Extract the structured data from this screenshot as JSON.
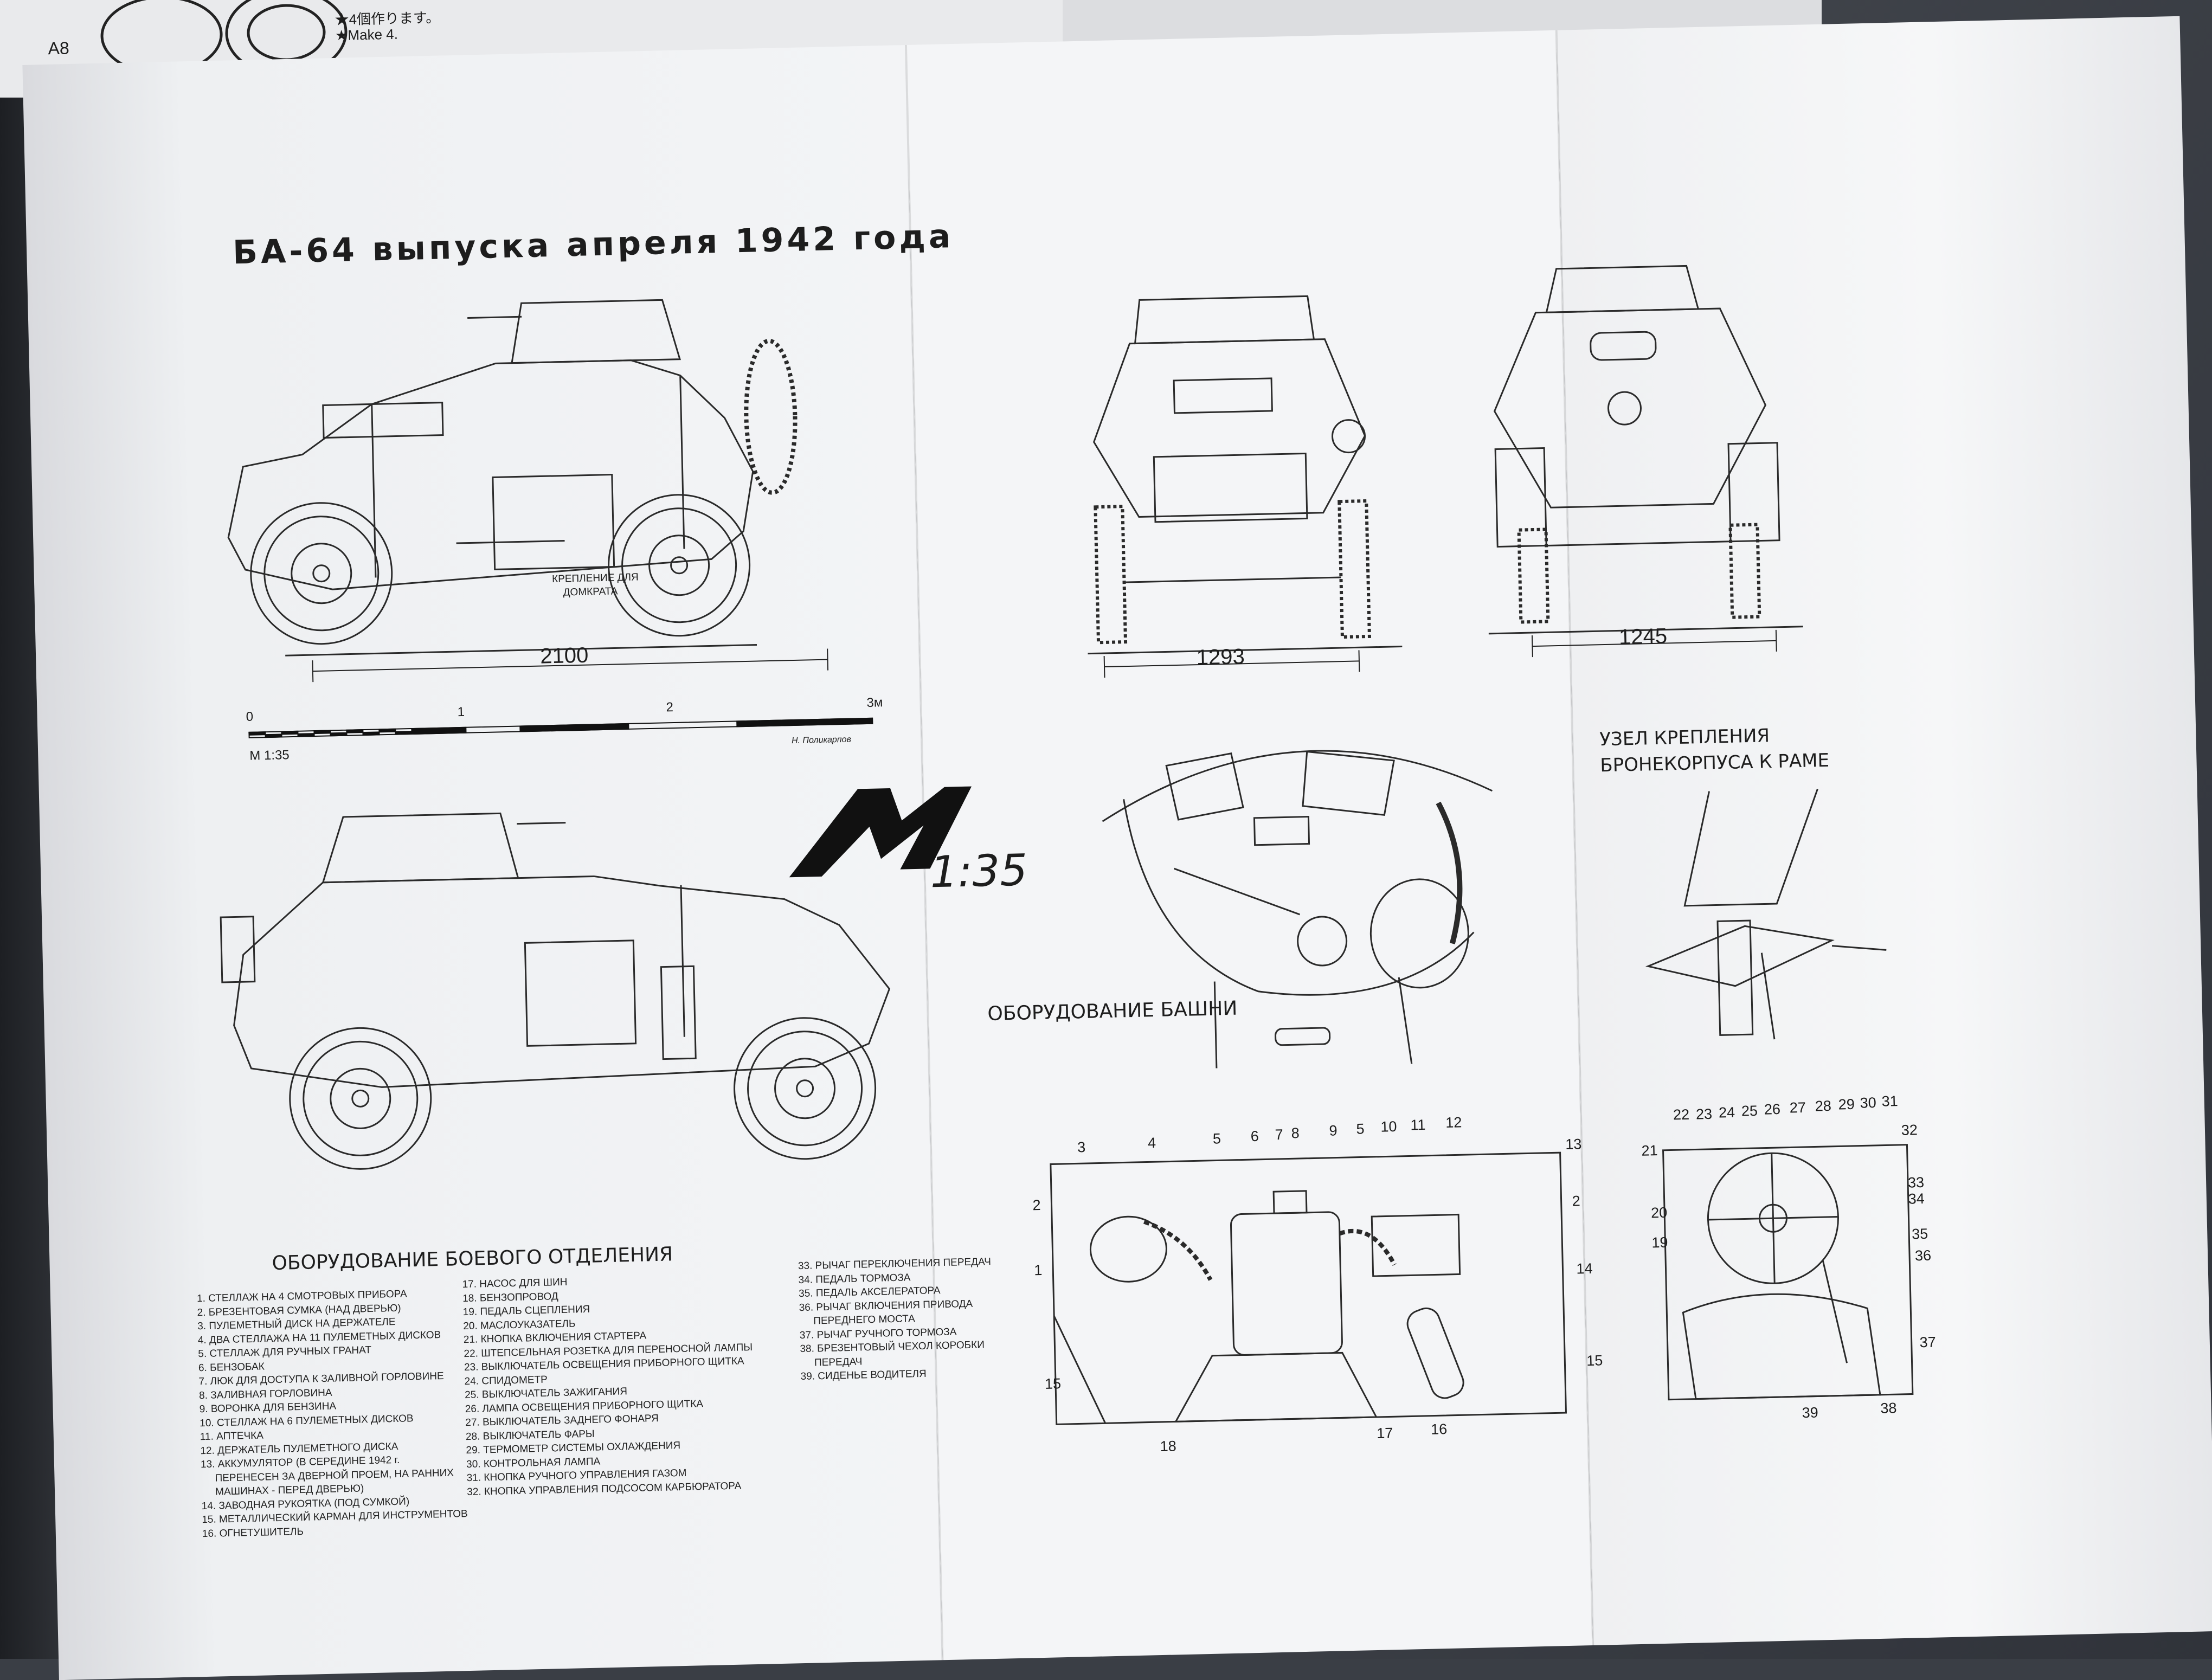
{
  "corner": {
    "step_label": "A8",
    "japanese_note": "★4個作ります。",
    "english_note": "★Make 4."
  },
  "title": "БА-64 выпуска апреля 1942 года",
  "dimensions": {
    "side_length": "2100",
    "front_track": "1293",
    "rear_track": "1245"
  },
  "jack_mount_label_line1": "КРЕПЛЕНИЕ ДЛЯ",
  "jack_mount_label_line2": "ДОМКРАТА",
  "scale_bar": {
    "ticks": [
      "0",
      "1",
      "2",
      "3м"
    ],
    "scale": "М 1:35",
    "author": "Н. Поликарпов"
  },
  "logo": {
    "letter": "M",
    "scale": "1:35"
  },
  "sections": {
    "turret": "ОБОРУДОВАНИЕ БАШНИ",
    "mount_line1": "УЗЕЛ КРЕПЛЕНИЯ",
    "mount_line2": "БРОНЕКОРПУСА К РАМЕ",
    "combat": "ОБОРУДОВАНИЕ БОЕВОГО ОТДЕЛЕНИЯ"
  },
  "legend": {
    "col1": [
      "1. СТЕЛЛАЖ НА 4 СМОТРОВЫХ ПРИБОРА",
      "2. БРЕЗЕНТОВАЯ СУМКА (НАД ДВЕРЬЮ)",
      "3. ПУЛЕМЕТНЫЙ ДИСК НА ДЕРЖАТЕЛЕ",
      "4. ДВА СТЕЛЛАЖА НА 11 ПУЛЕМЕТНЫХ ДИСКОВ",
      "5. СТЕЛЛАЖ ДЛЯ РУЧНЫХ ГРАНАТ",
      "6. БЕНЗОБАК",
      "7. ЛЮК ДЛЯ ДОСТУПА К ЗАЛИВНОЙ ГОРЛОВИНЕ",
      "8. ЗАЛИВНАЯ ГОРЛОВИНА",
      "9. ВОРОНКА ДЛЯ БЕНЗИНА",
      "10. СТЕЛЛАЖ НА 6 ПУЛЕМЕТНЫХ ДИСКОВ",
      "11. АПТЕЧКА",
      "12. ДЕРЖАТЕЛЬ ПУЛЕМЕТНОГО ДИСКА",
      "13. АККУМУЛЯТОР (В СЕРЕДИНЕ 1942 г.",
      "ПЕРЕНЕСЕН ЗА  ДВЕРНОЙ ПРОЕМ, НА РАННИХ",
      "МАШИНАХ - ПЕРЕД ДВЕРЬЮ)",
      "14. ЗАВОДНАЯ РУКОЯТКА (ПОД СУМКОЙ)",
      "15. МЕТАЛЛИЧЕСКИЙ КАРМАН ДЛЯ ИНСТРУМЕНТОВ",
      "16. ОГНЕТУШИТЕЛЬ"
    ],
    "col2": [
      "17. НАСОС ДЛЯ ШИН",
      "18. БЕНЗОПРОВОД",
      "19. ПЕДАЛЬ СЦЕПЛЕНИЯ",
      "20. МАСЛОУКАЗАТЕЛЬ",
      "21. КНОПКА ВКЛЮЧЕНИЯ СТАРТЕРА",
      "22. ШТЕПСЕЛЬНАЯ РОЗЕТКА ДЛЯ ПЕРЕНОСНОЙ ЛАМПЫ",
      "23. ВЫКЛЮЧАТЕЛЬ ОСВЕЩЕНИЯ ПРИБОРНОГО ЩИТКА",
      "24. СПИДОМЕТР",
      "25. ВЫКЛЮЧАТЕЛЬ ЗАЖИГАНИЯ",
      "26. ЛАМПА ОСВЕЩЕНИЯ ПРИБОРНОГО ЩИТКА",
      "27. ВЫКЛЮЧАТЕЛЬ ЗАДНЕГО ФОНАРЯ",
      "28. ВЫКЛЮЧАТЕЛЬ ФАРЫ",
      "29. ТЕРМОМЕТР СИСТЕМЫ ОХЛАЖДЕНИЯ",
      "30. КОНТРОЛЬНАЯ ЛАМПА",
      "31. КНОПКА РУЧНОГО УПРАВЛЕНИЯ ГАЗОМ",
      "32. КНОПКА УПРАВЛЕНИЯ ПОДСОСОМ КАРБЮРАТОРА"
    ],
    "col3": [
      "33. РЫЧАГ ПЕРЕКЛЮЧЕНИЯ ПЕРЕДАЧ",
      "34. ПЕДАЛЬ ТОРМОЗА",
      "35. ПЕДАЛЬ АКСЕЛЕРАТОРА",
      "36. РЫЧАГ ВКЛЮЧЕНИЯ ПРИВОДА",
      "ПЕРЕДНЕГО МОСТА",
      "37. РЫЧАГ РУЧНОГО ТОРМОЗА",
      "38. БРЕЗЕНТОВЫЙ ЧЕХОЛ КОРОБКИ",
      "ПЕРЕДАЧ",
      "39. СИДЕНЬЕ ВОДИТЕЛЯ"
    ]
  },
  "callouts_combat": [
    "1",
    "2",
    "3",
    "4",
    "5",
    "6",
    "7",
    "8",
    "9",
    "5",
    "10",
    "11",
    "12",
    "13",
    "2",
    "14",
    "15",
    "15",
    "16",
    "17",
    "18"
  ],
  "callouts_driver": [
    "22",
    "23",
    "24",
    "25",
    "26",
    "27",
    "28",
    "29",
    "30",
    "31",
    "32",
    "21",
    "33",
    "34",
    "20",
    "19",
    "35",
    "36",
    "37",
    "38",
    "39"
  ]
}
